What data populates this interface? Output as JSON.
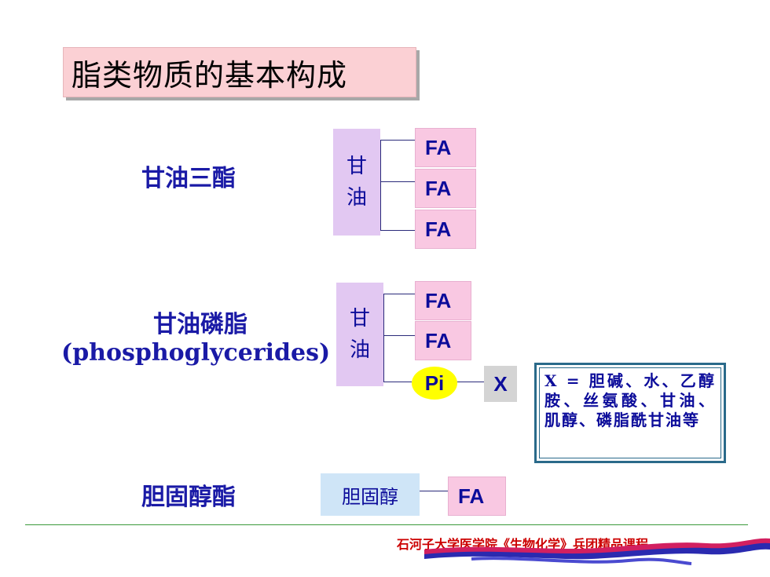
{
  "title": "脂类物质的基本构成",
  "triglyceride": {
    "label": "甘油三酯",
    "glycerol_lines": [
      "甘",
      "油"
    ],
    "fatty_acids": [
      "FA",
      "FA",
      "FA"
    ]
  },
  "phospholipid": {
    "label_cn": "甘油磷脂",
    "label_en": "(phosphoglycerides)",
    "glycerol_lines": [
      "甘",
      "油"
    ],
    "fatty_acids": [
      "FA",
      "FA"
    ],
    "phosphate": "Pi",
    "x": "X",
    "note": "X = 胆碱、水、乙醇胺、丝氨酸、甘油、 肌醇、磷脂酰甘油等"
  },
  "cholesterol_ester": {
    "label": "胆固醇酯",
    "cholesterol": "胆固醇",
    "fatty_acid": "FA"
  },
  "footer": "石河子大学医学院《生物化学》兵团精品课程",
  "colors": {
    "title_bg": "#fbd0d4",
    "label_text": "#1a1aa6",
    "glycerol_bg": "#e2c8f2",
    "fa_bg": "#f9c8e2",
    "pi_bg": "#ffff00",
    "x_bg": "#d4d4d4",
    "cholesterol_bg": "#cfe5f7",
    "footer_text": "#cc0000",
    "footer_rule": "#3a9a3a"
  }
}
